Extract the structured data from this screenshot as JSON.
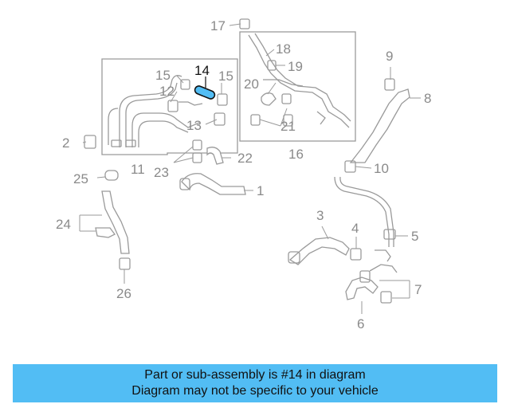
{
  "diagram": {
    "highlighted_part": "14",
    "callouts": [
      "1",
      "2",
      "3",
      "4",
      "5",
      "6",
      "7",
      "8",
      "9",
      "10",
      "11",
      "12",
      "13",
      "14",
      "15",
      "15",
      "16",
      "17",
      "18",
      "19",
      "20",
      "21",
      "22",
      "23",
      "24",
      "25",
      "26"
    ],
    "highlight_color": "#52bdf4"
  },
  "banner": {
    "line1": "Part or sub-assembly is #14 in diagram",
    "line2": "Diagram may not be specific to your vehicle",
    "background": "#52bdf4"
  }
}
